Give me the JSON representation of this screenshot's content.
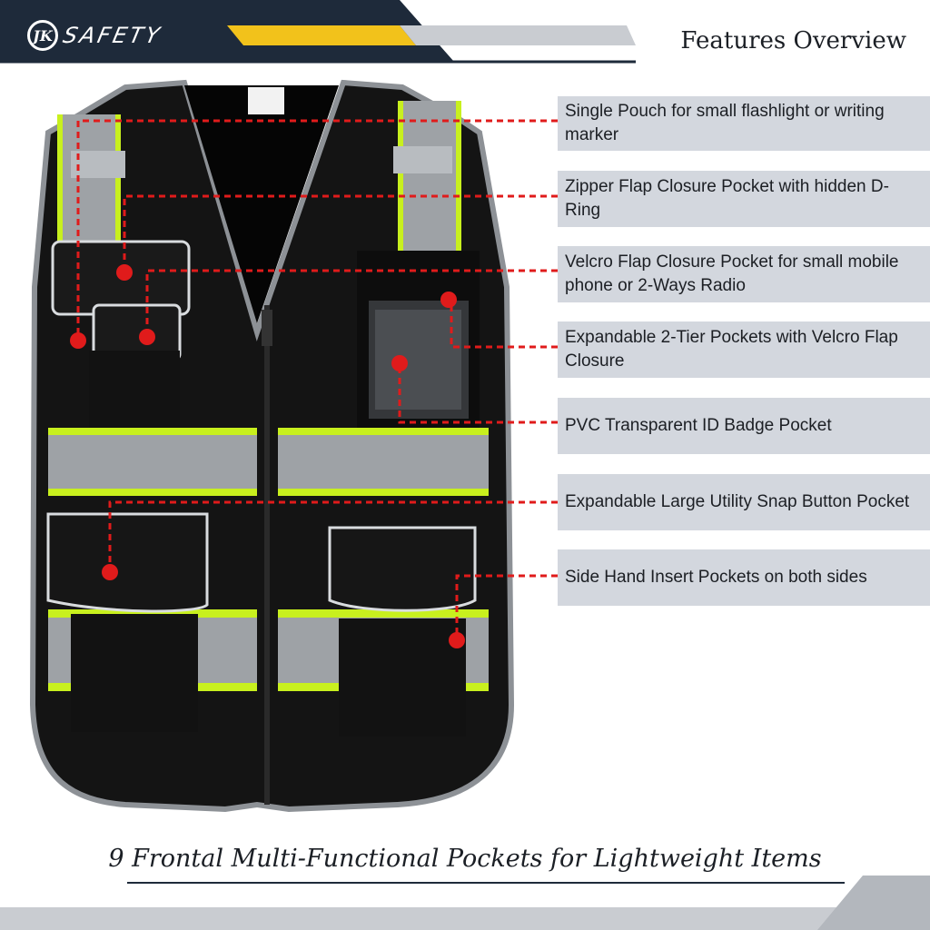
{
  "brand": {
    "logo_mark": "JK",
    "logo_text": "SAFETY"
  },
  "title": "Features Overview",
  "features": [
    {
      "label": "Single Pouch for small flashlight or writing marker"
    },
    {
      "label": "Zipper Flap Closure Pocket with hidden D-Ring"
    },
    {
      "label": "Velcro Flap Closure Pocket for small mobile phone or 2-Ways Radio"
    },
    {
      "label": "Expandable 2-Tier Pockets with Velcro Flap Closure"
    },
    {
      "label": "PVC Transparent ID Badge Pocket"
    },
    {
      "label": "Expandable Large Utility Snap Button Pocket"
    },
    {
      "label": "Side Hand Insert Pockets on both sides"
    }
  ],
  "tagline": "9 Frontal Multi-Functional Pockets for Lightweight Items",
  "colors": {
    "header_navy": "#1e2a3a",
    "accent_yellow": "#f2c21b",
    "label_bg": "#d3d7de",
    "callout_red": "#e01b1b",
    "vest_black": "#141414",
    "reflective_gray": "#9ea2a6",
    "hi_vis_lime": "#c8f01e"
  }
}
